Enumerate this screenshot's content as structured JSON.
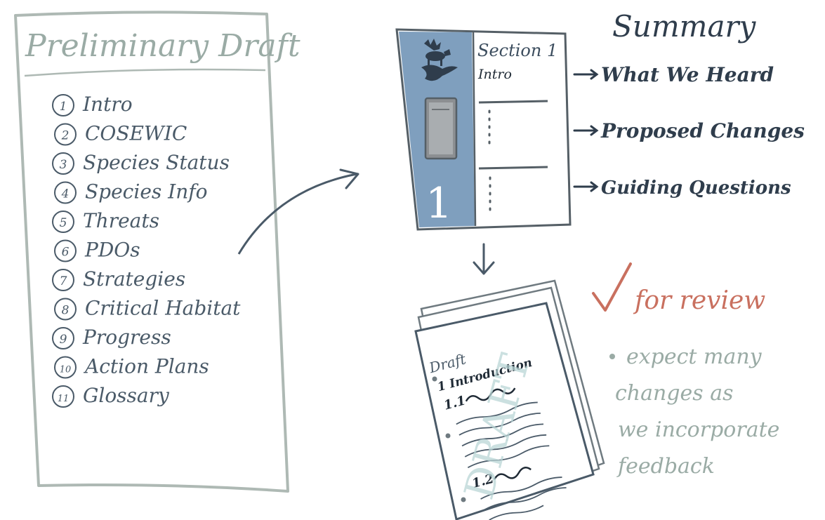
{
  "left_doc": {
    "title": "Preliminary Draft",
    "items": [
      {
        "num": "1",
        "label": "Intro"
      },
      {
        "num": "2",
        "label": "COSEWIC"
      },
      {
        "num": "3",
        "label": "Species Status"
      },
      {
        "num": "4",
        "label": "Species Info"
      },
      {
        "num": "5",
        "label": "Threats"
      },
      {
        "num": "6",
        "label": "PDOs"
      },
      {
        "num": "7",
        "label": "Strategies"
      },
      {
        "num": "8",
        "label": "Critical Habitat"
      },
      {
        "num": "9",
        "label": "Progress"
      },
      {
        "num": "10",
        "label": "Action Plans"
      },
      {
        "num": "11",
        "label": "Glossary"
      }
    ]
  },
  "section_card": {
    "heading": "Section 1",
    "subheading": "Intro",
    "big_number": "1",
    "icons": [
      "moose-icon",
      "bird-icon",
      "book-icon"
    ]
  },
  "summary": {
    "title": "Summary",
    "items": [
      "What We Heard",
      "Proposed Changes",
      "Guiding Questions"
    ]
  },
  "draft_doc": {
    "label": "Draft",
    "heading": "1 Introduction",
    "sub1": "1.1",
    "sub2": "1.2",
    "watermark": "DRAFT"
  },
  "review": {
    "title": "for review",
    "note_lines": [
      "expect many",
      "changes as",
      "we incorporate",
      "feedback"
    ]
  },
  "colors": {
    "ink": "#3c4d5e",
    "muted": "#9aaba5",
    "blue_panel": "#7f9fbe",
    "red": "#c9705f"
  }
}
